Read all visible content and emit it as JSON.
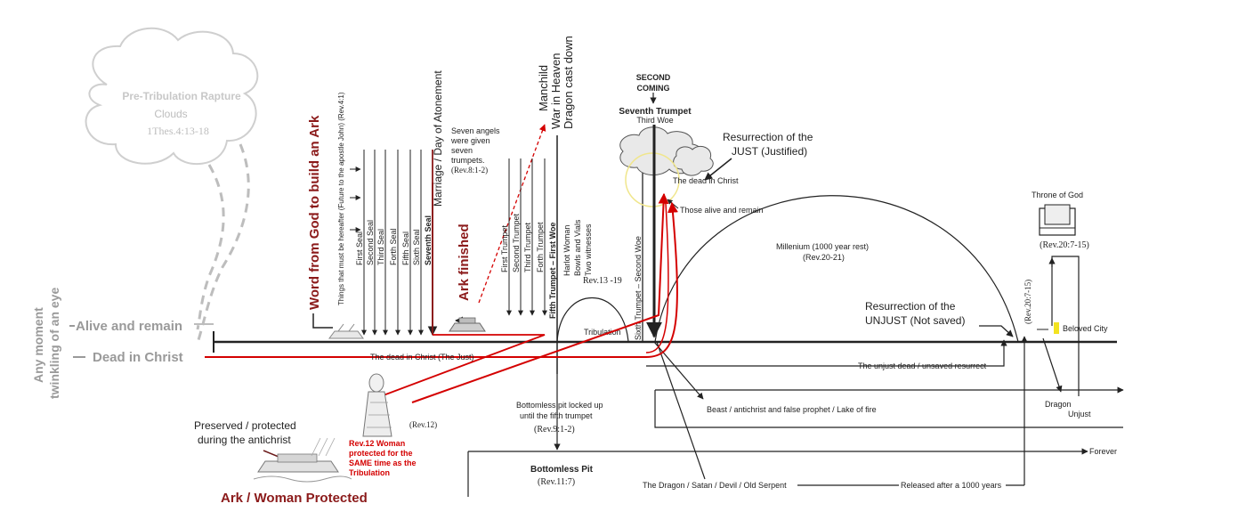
{
  "colors": {
    "line": "#222222",
    "red": "#d40000",
    "maroon": "#8b1a1a",
    "gray": "#9a9a9a",
    "cloud": "#c9c9c9",
    "yellow": "#f3e320",
    "yellow_circle": "#f0e68c"
  },
  "rapture": {
    "title": "Pre-Tribulation Rapture",
    "clouds": "Clouds",
    "ref": "1Thes.4:13-18"
  },
  "eye": {
    "line1": "Any moment",
    "line2": "twinkling of an eye"
  },
  "alive_remain": "Alive and remain",
  "dead_in_christ": "Dead in Christ",
  "word_from_god": "Word from God to build an Ark",
  "things_hereafter": "Things that must be hereafter (Future to the apostle John) (Rev.4:1)",
  "seals": [
    "First Seal",
    "Second Seal",
    "Third Seal",
    "Forth Seal",
    "Fifth Seal",
    "Sixth Seal",
    "Seventh Seal"
  ],
  "marriage": "Marriage / Day of Atonement",
  "ark_finished": "Ark finished",
  "seven_angels": [
    "Seven angels",
    "were given",
    "seven",
    "trumpets.",
    "(Rev.8:1-2)"
  ],
  "manchild": [
    "Manchild",
    "War in Heaven",
    "Dragon cast down"
  ],
  "trumpets": [
    "First Trumpet",
    "Second Trumpet",
    "Third Trumpet",
    "Forth Trumpet"
  ],
  "fifth_trumpet": "Fifth Trumpet – First Woe",
  "harlot": [
    "Harlot Woman",
    "Bowls and Vials",
    "Two witnesses"
  ],
  "harlot_ref": "Rev.13 -19",
  "sixth_trumpet": "Sixth Trumpet – Second Woe",
  "tribulation": "Tribulation",
  "second_coming": [
    "SECOND",
    "COMING"
  ],
  "seventh_trumpet": "Seventh Trumpet",
  "third_woe": "Third Woe",
  "resurrection_just": [
    "Resurrection of the",
    "JUST (Justified)"
  ],
  "dead_in_christ_small": "The dead in Christ",
  "those_alive": "Those alive and remain",
  "millenium": "Millenium (1000 year rest)",
  "millenium_ref": "(Rev.20-21)",
  "throne": "Throne of God",
  "throne_ref": "(Rev.20:7-15)",
  "rev20_vertical": "(Rev.20:7-15)",
  "beloved_city": "Beloved City",
  "resurrection_unjust": [
    "Resurrection of the",
    "UNJUST (Not saved)"
  ],
  "dead_just": "The dead in Christ (The Just)",
  "unjust_dead": "The unjust dead / unsaved resurrect",
  "beast": "Beast / antichrist and false prophet / Lake of fire",
  "dragon_unjust": [
    "Dragon",
    "Unjust"
  ],
  "forever": "Forever",
  "bottomless_locked": [
    "Bottomless pit locked up",
    "until the fifth trumpet",
    "(Rev.9:1-2)"
  ],
  "bottomless_pit": "Bottomless Pit",
  "bottomless_ref": "(Rev.11:7)",
  "rev12": "(Rev.12)",
  "woman_protected": [
    "Rev.12 Woman",
    "protected for the",
    "SAME time as the",
    "Tribulation"
  ],
  "preserved": [
    "Preserved / protected",
    "during the antichrist"
  ],
  "ark_woman": "Ark / Woman Protected",
  "dragon_satan": "The Dragon / Satan / Devil / Old Serpent",
  "released": "Released after a 1000 years"
}
